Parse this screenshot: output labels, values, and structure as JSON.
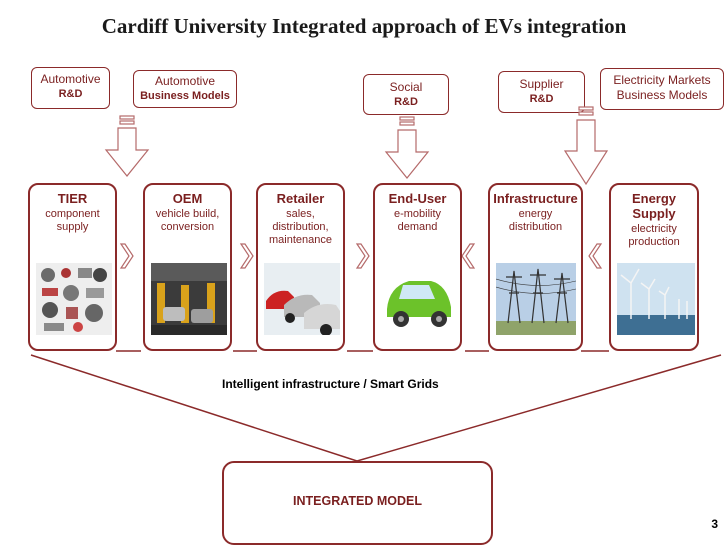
{
  "title": "Cardiff University Integrated approach of EVs integration",
  "top_boxes": {
    "automotive_rd": {
      "line1": "Automotive",
      "line2": "R&D"
    },
    "automotive_bm": {
      "line1": "Automotive",
      "line2": "Business Models"
    },
    "social_rd": {
      "line1": "Social",
      "line2": "R&D"
    },
    "supplier_rd": {
      "line1": "Supplier",
      "line2": "R&D"
    },
    "electricity_bm": {
      "line1": "Electricity Markets",
      "line2": "Business Models"
    }
  },
  "stages": [
    {
      "title": "TIER",
      "sub": "component supply"
    },
    {
      "title": "OEM",
      "sub": "vehicle build, conversion"
    },
    {
      "title": "Retailer",
      "sub": "sales, distribution, maintenance"
    },
    {
      "title": "End-User",
      "sub": "e-mobility demand"
    },
    {
      "title": "Infrastructure",
      "sub": "energy distribution"
    },
    {
      "title": "Energy Supply",
      "sub": "electricity production"
    }
  ],
  "caption": "Intelligent infrastructure / Smart Grids",
  "integrated_model": "INTEGRATED MODEL",
  "page_number": "3",
  "colors": {
    "border": "#8b2a2a",
    "text": "#7a1f1f",
    "arrow": "#c98a8a"
  }
}
